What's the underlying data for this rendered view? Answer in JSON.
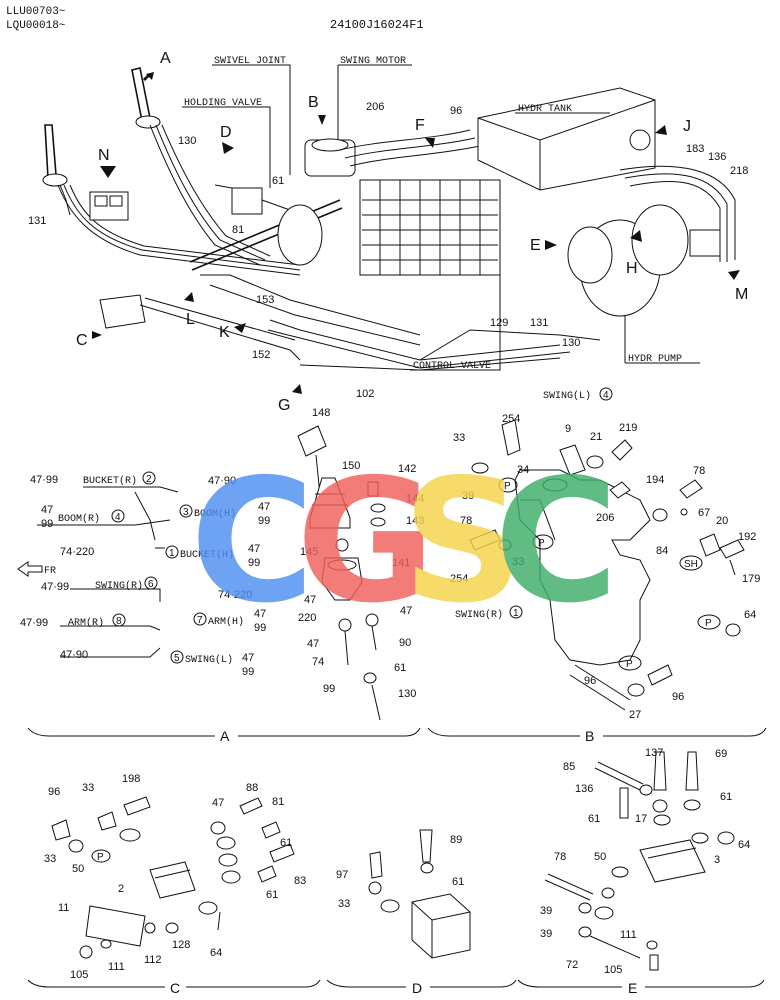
{
  "header": {
    "serial_line1": "LLU00703~",
    "serial_line2": "LQU00018~",
    "drawing_code": "24100J16024F1"
  },
  "overview": {
    "leaders": [
      "SWIVEL JOINT",
      "SWING MOTOR",
      "HOLDING VALVE",
      "HYDR TANK",
      "CONTROL VALVE",
      "HYDR PUMP"
    ],
    "view_letters": [
      "A",
      "B",
      "C",
      "D",
      "E",
      "F",
      "G",
      "H",
      "J",
      "K",
      "L",
      "M",
      "N"
    ],
    "numbers": [
      "206",
      "96",
      "130",
      "61",
      "81",
      "131",
      "153",
      "152",
      "102",
      "129",
      "131",
      "130",
      "183",
      "136",
      "218"
    ]
  },
  "section_a": {
    "caption": "A",
    "port_labels": [
      "BUCKET(R)",
      "BOOM(R)",
      "SWING(R)",
      "ARM(R)",
      "BUCKET(H)",
      "BOOM(H)",
      "ARM(H)",
      "SWING(L)"
    ],
    "port_numbers": [
      "2",
      "4",
      "6",
      "8",
      "1",
      "3",
      "7",
      "5"
    ],
    "codes": [
      "47·99",
      "47",
      "99",
      "74·220",
      "47·99",
      "47·99",
      "47·90",
      "47·90",
      "47",
      "99",
      "47",
      "99",
      "74·220",
      "47",
      "99",
      "47",
      "99"
    ],
    "fr_label": "FR",
    "parts": [
      "148",
      "150",
      "142",
      "144",
      "143",
      "145",
      "141",
      "47",
      "220",
      "47",
      "74",
      "47",
      "90",
      "61",
      "99",
      "130"
    ]
  },
  "section_b": {
    "caption": "B",
    "swing_l": "SWING(L)",
    "swing_l_num": "4",
    "swing_r": "SWING(R)",
    "swing_r_num": "1",
    "parts": [
      "254",
      "33",
      "9",
      "21",
      "219",
      "34",
      "39",
      "78",
      "254",
      "33",
      "206",
      "194",
      "78",
      "67",
      "84",
      "20",
      "192",
      "179",
      "64",
      "96",
      "27",
      "96"
    ],
    "circled": [
      "P",
      "P",
      "SH",
      "P",
      "P"
    ]
  },
  "section_c": {
    "caption": "C",
    "parts": [
      "96",
      "33",
      "198",
      "33",
      "50",
      "P",
      "2",
      "11",
      "105",
      "111",
      "112",
      "128",
      "88",
      "47",
      "81",
      "61",
      "61",
      "83",
      "64"
    ]
  },
  "section_d": {
    "caption": "D",
    "parts": [
      "89",
      "97",
      "61",
      "33"
    ]
  },
  "section_e": {
    "caption": "E",
    "parts": [
      "137",
      "69",
      "85",
      "136",
      "61",
      "61",
      "17",
      "64",
      "3",
      "78",
      "50",
      "39",
      "39",
      "72",
      "111",
      "105"
    ]
  },
  "watermark": {
    "letters": [
      "C",
      "G",
      "S",
      "C"
    ],
    "colors": [
      "#4f8ef0",
      "#f0605a",
      "#f5d24a",
      "#3fae6a"
    ]
  }
}
